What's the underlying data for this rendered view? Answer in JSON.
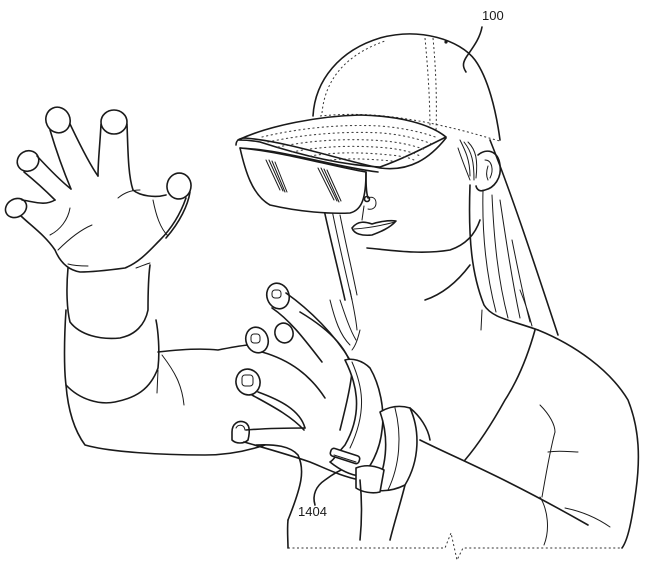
{
  "figure": {
    "description": "Patent line drawing of a person wearing a cap with an integrated display visor, gesturing with both hands; right hand wears a glove/wrist device",
    "reference_labels": [
      {
        "id": "100",
        "text": "100",
        "points_to": "cap-headset"
      },
      {
        "id": "1404",
        "text": "1404",
        "points_to": "wrist-glove-device"
      }
    ],
    "stroke_color": "#1a1a1a",
    "background_color": "#ffffff"
  }
}
